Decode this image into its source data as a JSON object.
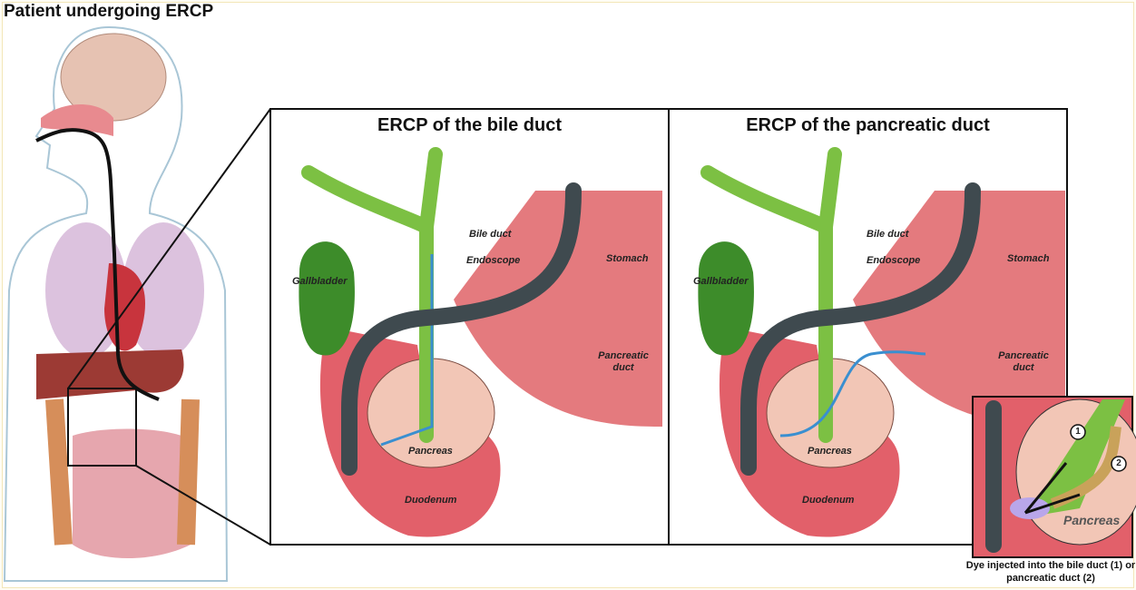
{
  "title": "Patient undergoing ERCP",
  "panels": [
    {
      "title": "ERCP of the bile duct",
      "labels": {
        "bile_duct": "Bile duct",
        "endoscope": "Endoscope",
        "stomach": "Stomach",
        "gallbladder": "Gallbladder",
        "pancreatic_duct": "Pancreatic duct",
        "pancreas": "Pancreas",
        "duodenum": "Duodenum"
      }
    },
    {
      "title": "ERCP of the pancreatic duct",
      "labels": {
        "bile_duct": "Bile duct",
        "endoscope": "Endoscope",
        "stomach": "Stomach",
        "gallbladder": "Gallbladder",
        "pancreatic_duct": "Pancreatic duct",
        "pancreas": "Pancreas",
        "duodenum": "Duodenum"
      }
    }
  ],
  "inset": {
    "marker1": "1",
    "marker2": "2",
    "pancreas": "Pancreas",
    "caption": "Dye injected into the bile duct (1) or pancreatic duct (2)"
  },
  "colors": {
    "duct": "#7cc043",
    "tissue": "#e2606a",
    "scope": "#3f4a4f",
    "dye": "#3a8fd0"
  }
}
